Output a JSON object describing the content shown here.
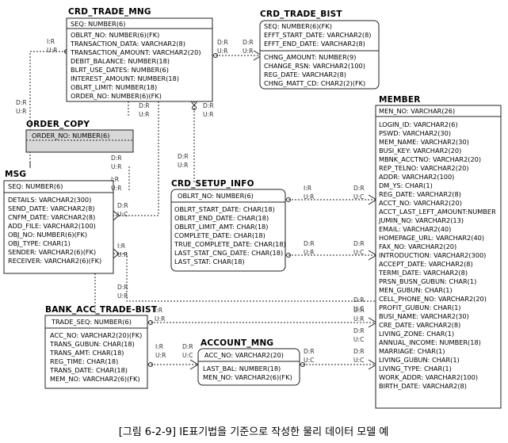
{
  "entities": {
    "crd_trade_mng": {
      "title": "CRD_TRADE_MNG",
      "key": [
        "SEQ: NUMBER(6)"
      ],
      "attrs": [
        "OBLRT_NO: NUMBER(6)(FK)",
        "TRANSACTION_DATA: VARCHAR2(8)",
        "TRANSACTION_AMOUNT: VARCHAR2(20)",
        "DEBIT_BALANCE: NUMBER(18)",
        "BLRT_USE_DATES: NUMBER(6)",
        "INTEREST_AMOUNT: NUMBER(18)",
        "OBLRT_LIMIT: NUMBER(18)",
        "ORDER_NO: NUMBER(6)(FK)"
      ]
    },
    "crd_trade_bist": {
      "title": "CRD_TRADE_BIST",
      "key": [
        "SEQ: NUMBER(6)(FK)",
        "EFFT_START_DATE: VARCHAR2(8)",
        "EFFT_END_DATE: VARCHAR2(8)"
      ],
      "attrs": [
        "CHNG_AMOUNT: NUMBER(9)",
        "CHANGE_RSN: VARCHAR2(100)",
        "REG_DATE: VARCHAR2(8)",
        "CHNG_MATT_CD: CHAR2(2)(FK)"
      ]
    },
    "order_copy": {
      "title": "ORDER_COPY",
      "key": [
        "ORDER_NO: NUMBER(6)"
      ],
      "attrs": []
    },
    "member": {
      "title": "MEMBER",
      "key": [
        "MEN_NO: VARCHAR(26)"
      ],
      "attrs": [
        "LOGIN_ID: VARCHAR2(6)",
        "PSWD: VARCHAR2(30)",
        "MEM_NAME: VARCHAR2(30)",
        "BUSI_KEY: VARCHAR2(20)",
        "MBNK_ACCTNO: VARCHAR2(20)",
        "REP_TELNO: VARCHAR2(20)",
        "ADDR: VARCHAR2(100)",
        "DM_YS: CHAR(1)",
        "REG_DATE: VARCHAR2(8)",
        "ACCT_NO: VARCHAR2(20)",
        "ACCT_LAST_LEFT_AMOUNT:NUMBER",
        "JUMIN_NO: VARCHAR2(13)",
        "EMAIL: VARCHAR2(40)",
        "HOMEPAGE_URL: VARCHAR2(40)",
        "FAX_NO: VARCHAR2(20)",
        "INTRODUCTION: VARCHAR2(300)",
        "ACCEPT_DATE: VARCHAR2(8)",
        "TERMI_DATE: VARCHAR2(8)",
        "PRSN_BUSN_GUBUN: CHAR(1)",
        "MEN_GUBUN: CHAR(1)",
        "CELL_PHONE_NO: VARCHAR2(20)",
        "PROFIT_GUBUN: CHAR(1)",
        "BUSI_NAME: VARCHAR2(30)",
        "CRE_DATE: VARCHAR2(8)",
        "LIVING_ZONE: CHAR(1)",
        "ANNUAL_INCOME: NUMBER(18)",
        "MARRIAGE: CHAR(1)",
        "LIVING_GUBUN: CHAR(1)",
        "LIVING_TYPE: CHAR(1)",
        "WORK_ADDR: VARCHAR2(100)",
        "BIRTH_DATE: VARCHAR2(8)"
      ]
    },
    "msg": {
      "title": "MSG",
      "key": [
        "SEQ: NUMBER(6)"
      ],
      "attrs": [
        "DETAILS: VARCHAR2(300)",
        "SEND_DATE: VARCHAR2(8)",
        "CNFM_DATE: VARCHAR2(8)",
        "ADD_FILE: VARCHAR2(100)",
        "OBJ_NO: NUMBER(6)(FK)",
        "OBJ_TYPE: CHAR(1)",
        "SENDER: VARCHAR2(6)(FK)",
        "RECEIVER: VARCHAR2(6)(FK)"
      ]
    },
    "crd_setup_info": {
      "title": "CRD_SETUP_INFO",
      "key": [
        "OBLRT_NO: NUMBER(6)"
      ],
      "attrs": [
        "OBLRT_START_DATE: CHAR(18)",
        "OBLRT_END_DATE: CHAR(18)",
        "OBLRT_LIMIT_AMT: CHAR(18)",
        "COMPLETE_DATE: CHAR(18)",
        "TRUE_COMPLETE_DATE: CHAR(18)",
        "LAST_STAT_CNG_DATE: CHAR(18)",
        "LAST_STAT: CHAR(18)"
      ]
    },
    "bank_acc_trade_bist": {
      "title": "BANK_ACC_TRADE-BIST",
      "key": [
        "TRADE_SEQ: NUMBER(6)"
      ],
      "attrs": [
        "ACC_NO: VARCHAR2(20)(FK)",
        "TRANS_GUBUN: CHAR(18)",
        "TRANS_AMT: CHAR(18)",
        "REG_TIME: CHAR(18)",
        "TRANS_DATE: CHAR(18)",
        "MEM_NO: VARCHAR2(6)(FK)"
      ]
    },
    "account_mng": {
      "title": "ACCOUNT_MNG",
      "key": [
        "ACC_NO: VARCHAR2(20)"
      ],
      "attrs": [
        "LAST_BAL: NUMBER(18)",
        "MEN_NO: VARCHAR2(6)(FK)"
      ]
    }
  },
  "relations": {
    "r1a": "I:R",
    "r1b": "U:R",
    "r2a": "D:R",
    "r2b": "U:R",
    "r3a": "D:R",
    "r3b": "U:R",
    "r4a": "D:R",
    "r4b": "U:R",
    "r5a": "D:R",
    "r5b": "U:R",
    "r6a": "D:R",
    "r6b": "U:R",
    "r7a": "D:R",
    "r7b": "U:R",
    "r8a": "D:R",
    "r8b": "U:R",
    "r9a": "I:R",
    "r9b": "U:R",
    "r10a": "D:R",
    "r10b": "U:C",
    "r11a": "I:R",
    "r11b": "U:R",
    "r12a": "D:R",
    "r12b": "U:C",
    "r13a": "D:R",
    "r13b": "U:C",
    "r14a": "D:R",
    "r14b": "U:R",
    "r15a": "I:R",
    "r15b": "U:R",
    "r16a": "D:R",
    "r16b": "U:C",
    "r17a": "D:R",
    "r17b": "U:R",
    "r18a": "I:R",
    "r18b": "U:R",
    "r19a": "D:R",
    "r19b": "U:R",
    "r20a": "D:R",
    "r20b": "U:C",
    "r21a": "I:R",
    "r21b": "U:R",
    "r22a": "D:R",
    "r22b": "U:C",
    "r23a": "D:R",
    "r23b": "U:C",
    "r24a": "D:R",
    "r24b": "U:C"
  },
  "caption": "[그림 6-2-9] IE표기법을 기준으로 작성한 물리 데이터 모델 예"
}
